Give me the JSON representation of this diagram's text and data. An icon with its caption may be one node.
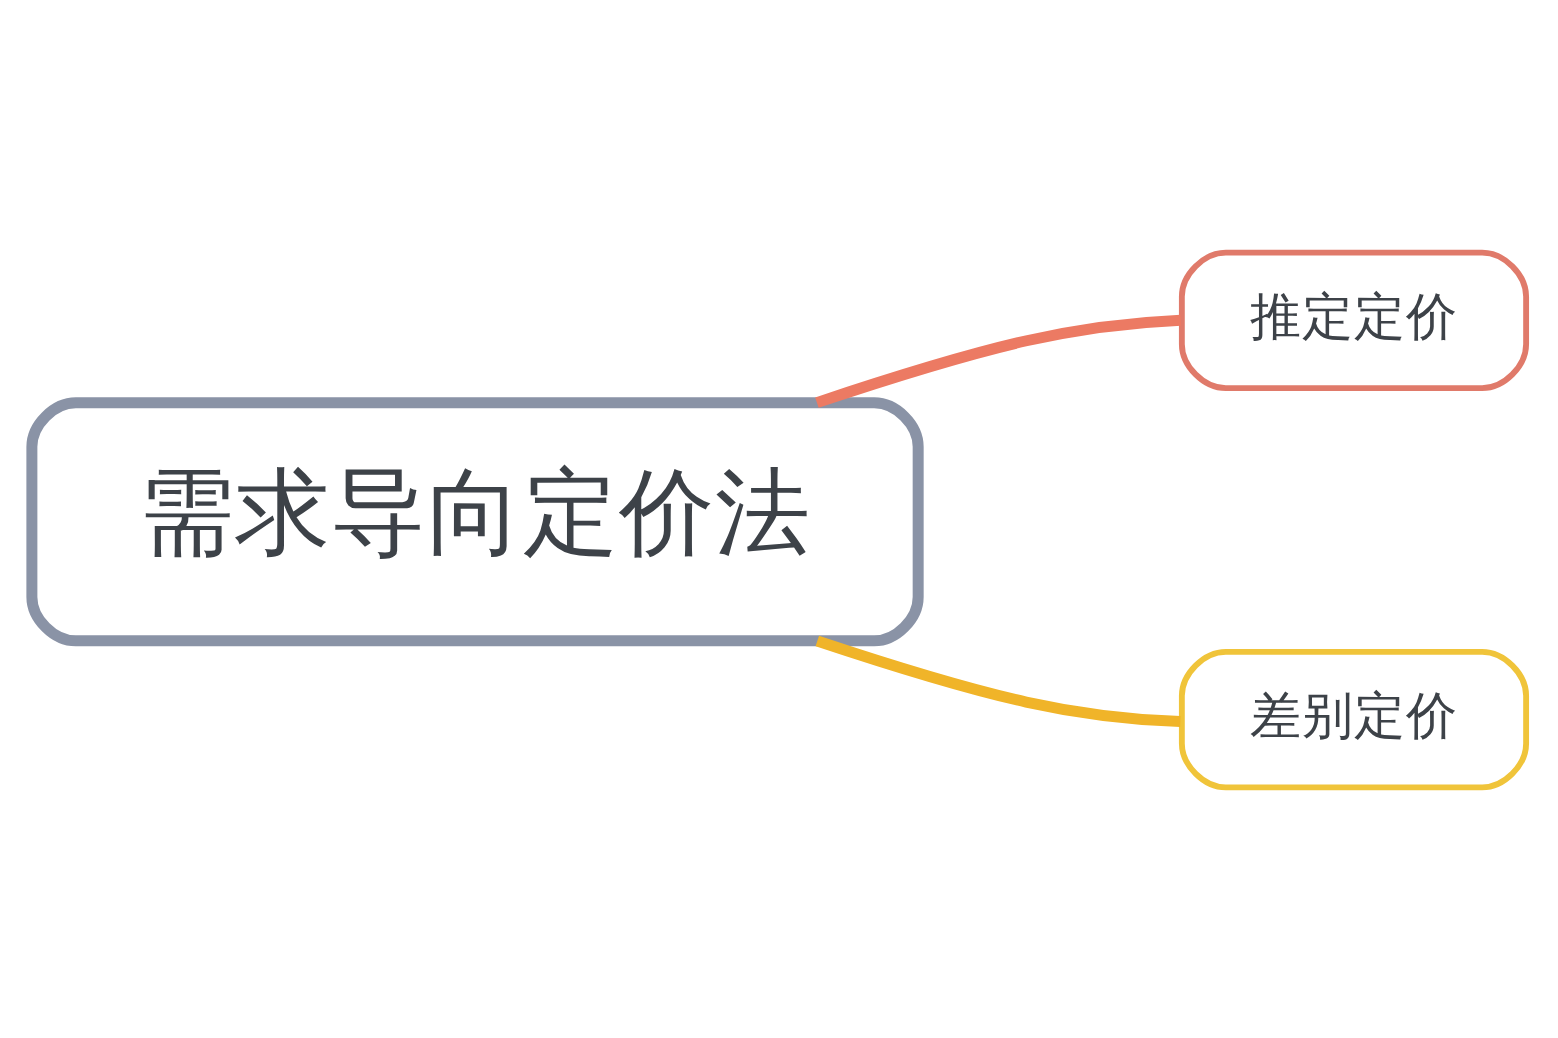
{
  "diagram": {
    "nodes": [
      {
        "text": [
          "需求导向定价法"
        ]
      },
      {
        "text": [
          "推定定价"
        ]
      },
      {
        "text": [
          "差别定价"
        ]
      }
    ],
    "edges": [
      {
        "from": 0,
        "to": 1,
        "arrow": "none",
        "color": "#ec7a63"
      },
      {
        "from": 0,
        "to": 2,
        "arrow": "none",
        "color": "#f0b429"
      }
    ]
  }
}
